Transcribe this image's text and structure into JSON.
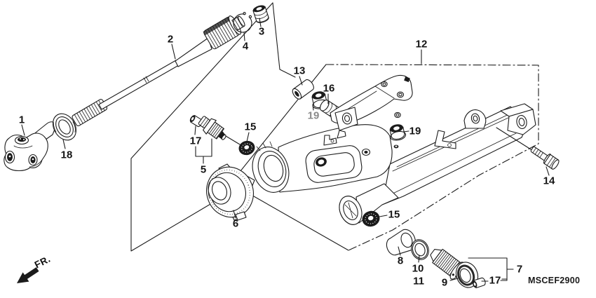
{
  "diagram": {
    "code": "MSCEF2900",
    "direction_label": "FR.",
    "labels": {
      "n1": "1",
      "n2": "2",
      "n3": "3",
      "n4": "4",
      "n5": "5",
      "n6": "6",
      "n7": "7",
      "n8": "8",
      "n9": "9",
      "n10": "10",
      "n11": "11",
      "n12": "12",
      "n13": "13",
      "n14": "14",
      "n15a": "15",
      "n15b": "15",
      "n16": "16",
      "n17a": "17",
      "n17b": "17",
      "n18": "18",
      "n19a": "19",
      "n19b": "19"
    }
  }
}
